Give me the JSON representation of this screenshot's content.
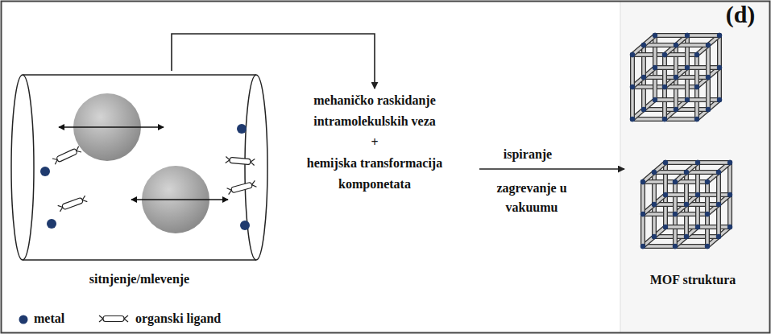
{
  "diagram": {
    "nodes": [
      {
        "text": [
          "sitnjenje/mlevenje"
        ]
      },
      {
        "text": [
          "mehaničko raskidanje intramolekulskih veza",
          "+",
          "hemijska transformacija komponetata"
        ]
      },
      {
        "text": [
          "MOF struktura"
        ]
      }
    ],
    "edges": [
      {
        "from": 0,
        "to": 1,
        "arrow": "to"
      },
      {
        "from": 1,
        "to": 2,
        "label": "ispiranje",
        "arrow": "to"
      }
    ],
    "labels": [
      "(d)",
      "zagrevanje u vakuumu"
    ],
    "legend": [
      {
        "text": "metal"
      },
      {
        "text": "organski ligand"
      }
    ]
  }
}
